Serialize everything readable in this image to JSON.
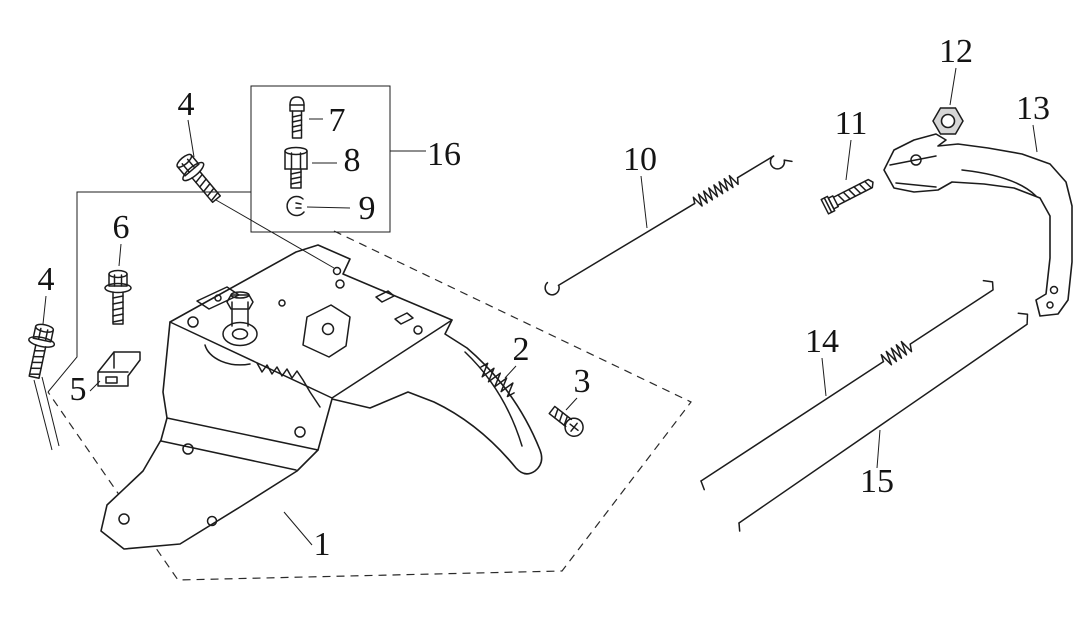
{
  "diagram": {
    "type": "exploded-parts-diagram",
    "background_color": "#ffffff",
    "line_color": "#1c1c1c",
    "callouts": [
      {
        "label": "4"
      },
      {
        "label": "7"
      },
      {
        "label": "8"
      },
      {
        "label": "9"
      },
      {
        "label": "16"
      },
      {
        "label": "6"
      },
      {
        "label": "4"
      },
      {
        "label": "5"
      },
      {
        "label": "1"
      },
      {
        "label": "2"
      },
      {
        "label": "3"
      },
      {
        "label": "10"
      },
      {
        "label": "11"
      },
      {
        "label": "12"
      },
      {
        "label": "13"
      },
      {
        "label": "14"
      },
      {
        "label": "15"
      }
    ]
  }
}
